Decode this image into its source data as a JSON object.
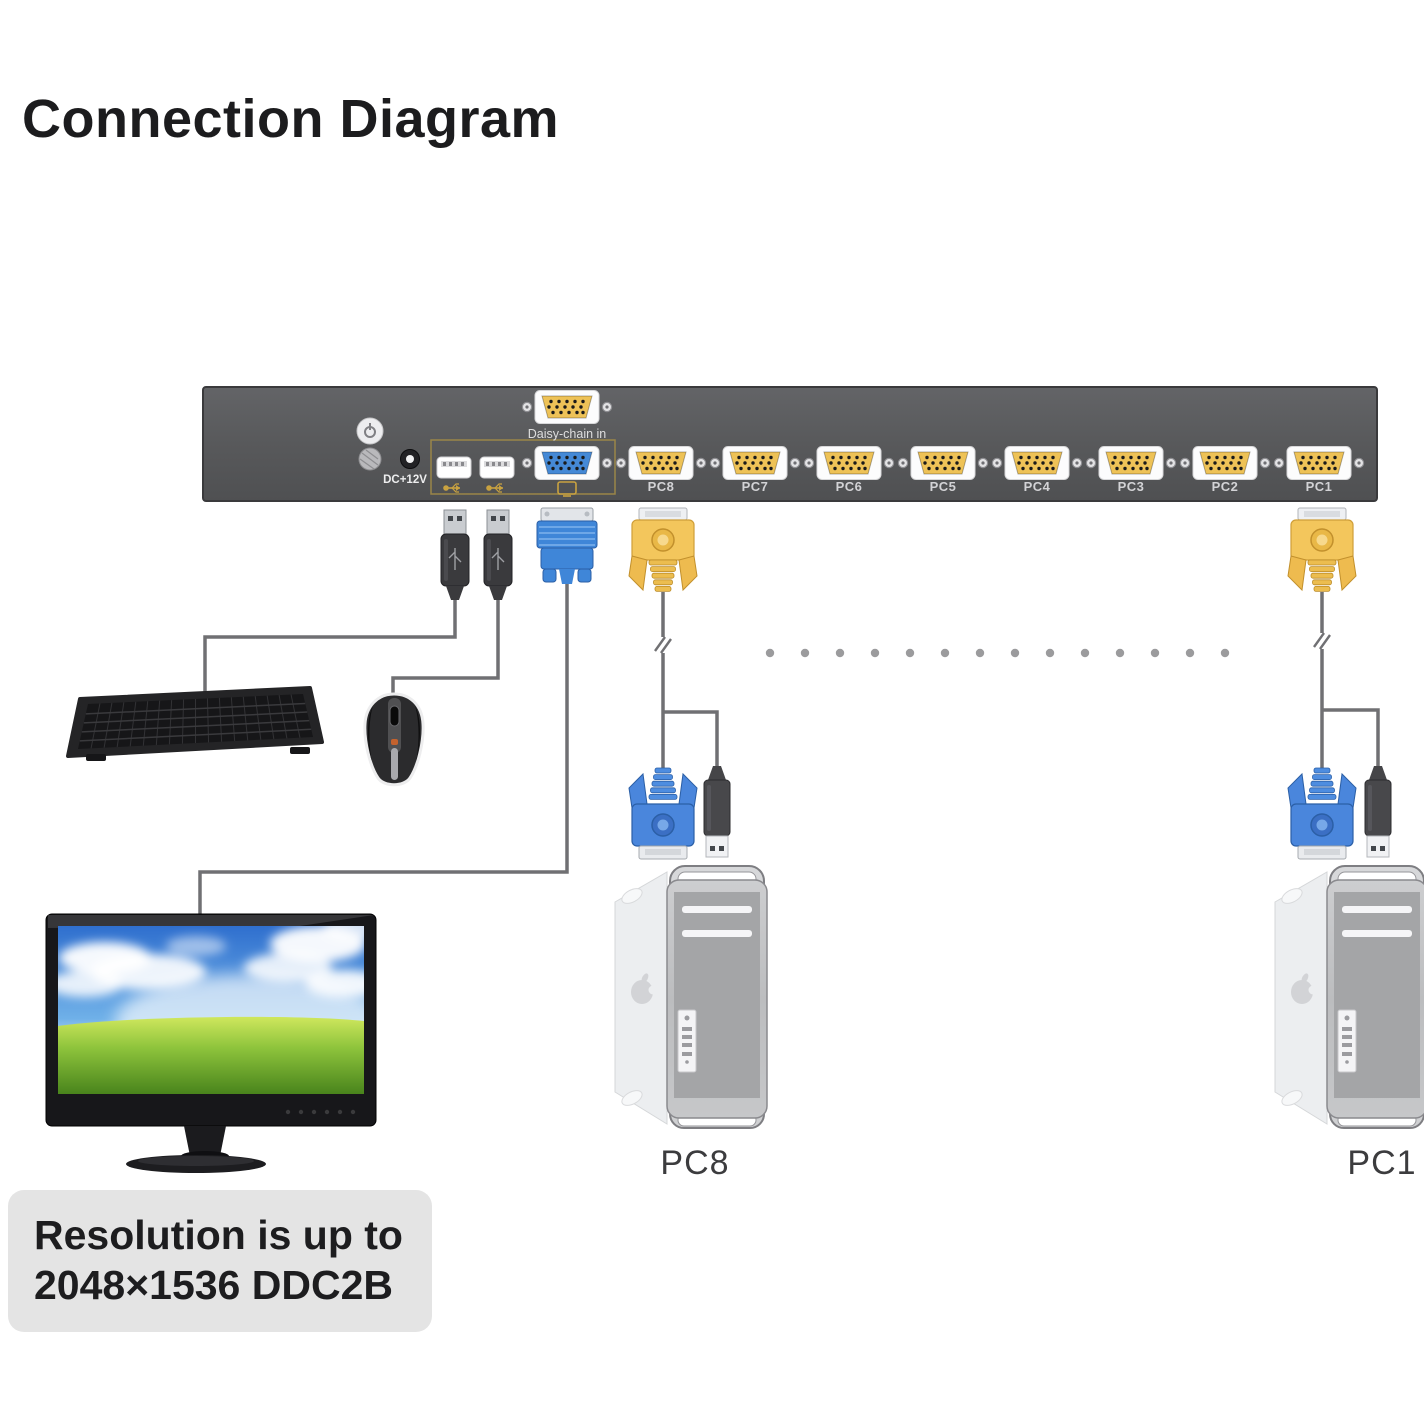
{
  "title": "Connection Diagram",
  "kvm_panel": {
    "dc_label": "DC+12V",
    "daisy_chain_label": "Daisy-chain in",
    "pc_ports": [
      {
        "label": "PC8"
      },
      {
        "label": "PC7"
      },
      {
        "label": "PC6"
      },
      {
        "label": "PC5"
      },
      {
        "label": "PC4"
      },
      {
        "label": "PC3"
      },
      {
        "label": "PC2"
      },
      {
        "label": "PC1"
      }
    ]
  },
  "computers": {
    "left_caption": "PC8",
    "right_caption": "PC1"
  },
  "note": {
    "line1": "Resolution is up to",
    "line2": "2048×1536 DDC2B"
  },
  "icons": [
    "power-icon",
    "ground-icon",
    "dc-jack",
    "usb-port",
    "usb-icon",
    "monitor-icon",
    "vga-port",
    "apple-logo"
  ],
  "colors": {
    "panel_gray": "#5a5b5d",
    "vga_yellow": "#eec257",
    "vga_blue": "#4589d6",
    "connector_yellow": "#f3c65c",
    "connector_blue": "#4a86dc",
    "cable_gray": "#707073",
    "dot_gray": "#9b9b9d",
    "group_outline_gold": "#9a8648",
    "note_background": "#e4e4e4"
  }
}
